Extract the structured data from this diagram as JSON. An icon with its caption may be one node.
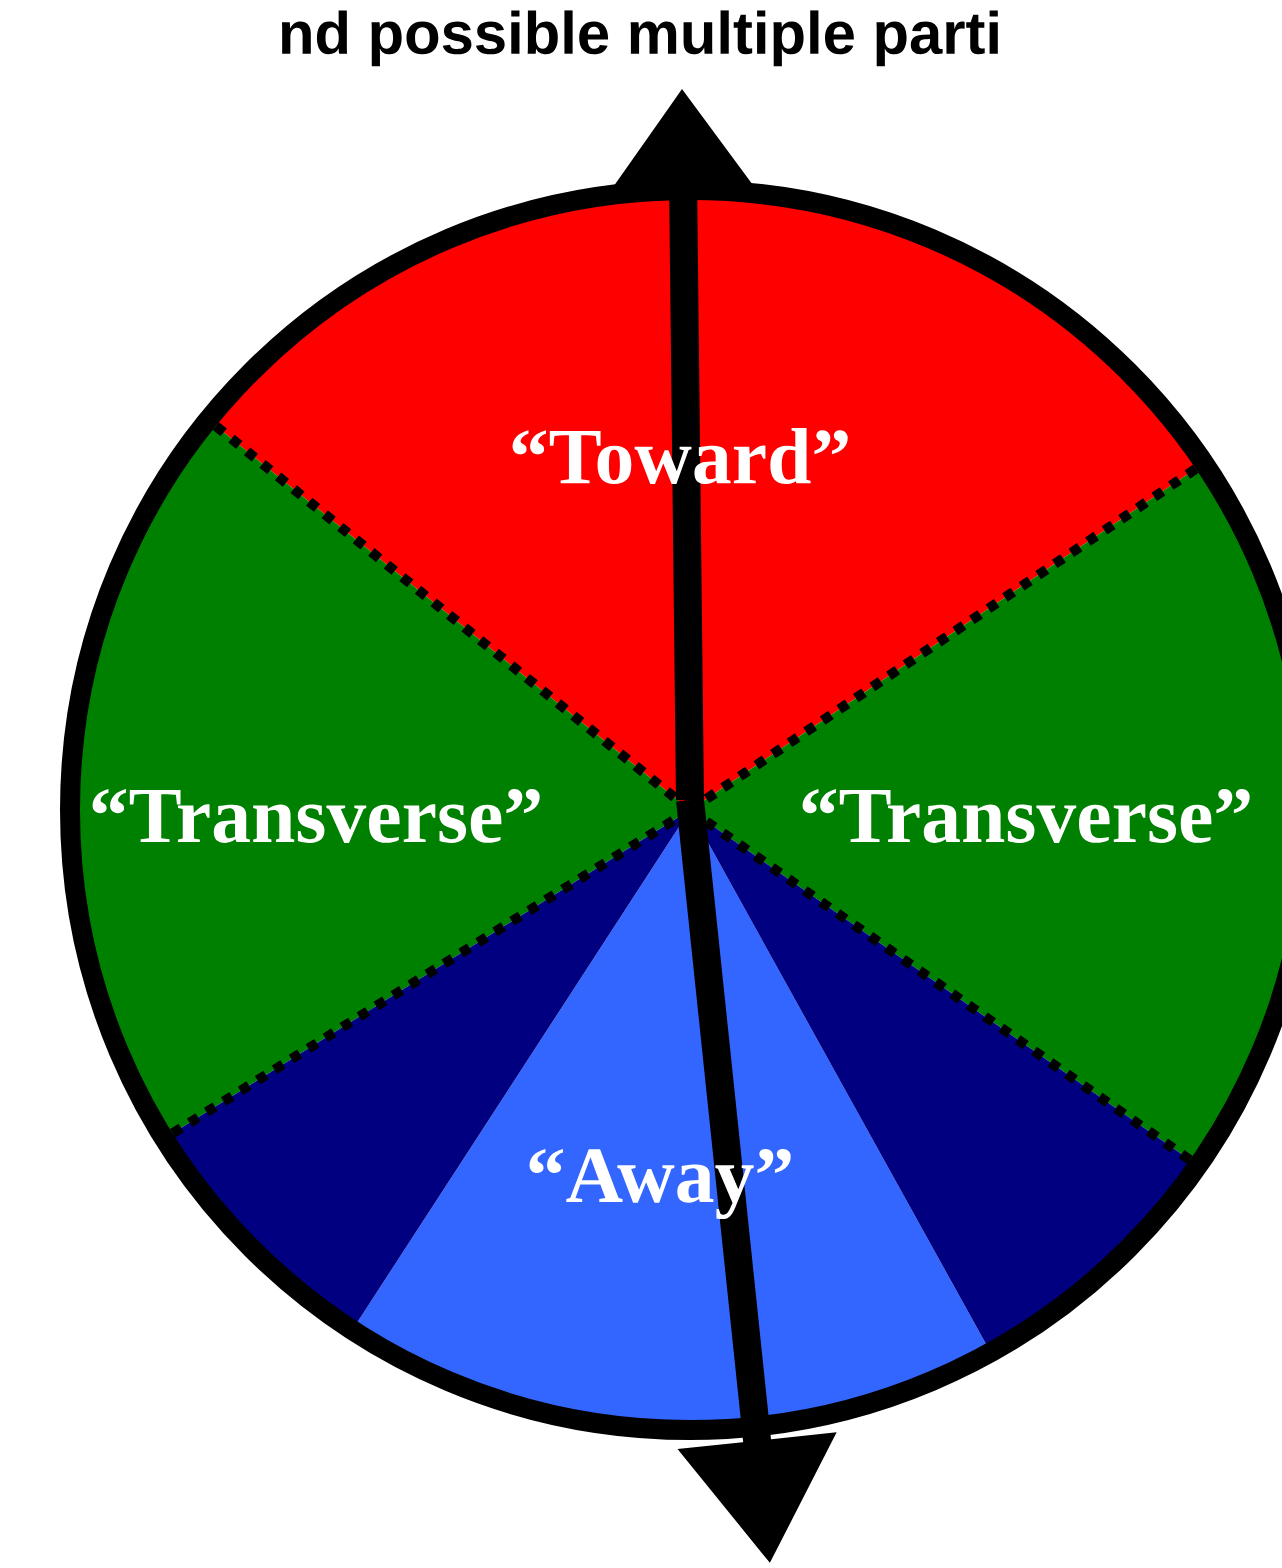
{
  "diagram": {
    "title": "nd possible multiple parti",
    "nodes": [
      {
        "text": [
          "“Toward”"
        ]
      },
      {
        "text": [
          "“Transverse”"
        ]
      },
      {
        "text": [
          "“Transverse”"
        ]
      },
      {
        "text": [
          "“Away”"
        ]
      }
    ]
  }
}
